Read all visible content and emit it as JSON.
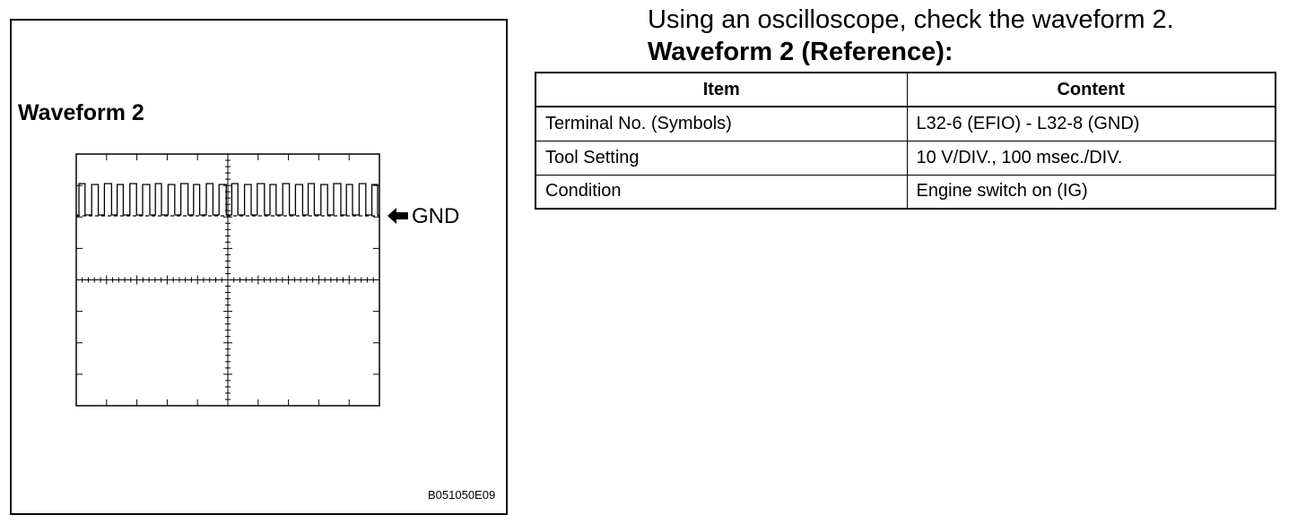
{
  "figure": {
    "title": "Waveform 2",
    "gnd_label": "GND",
    "code": "B051050E09"
  },
  "instruction": "Using an oscilloscope, check the waveform 2.",
  "reference_heading": "Waveform 2 (Reference):",
  "table": {
    "headers": [
      "Item",
      "Content"
    ],
    "rows": [
      [
        "Terminal No. (Symbols)",
        "L32-6 (EFIO) - L32-8 (GND)"
      ],
      [
        "Tool Setting",
        "10 V/DIV., 100 msec./DIV."
      ],
      [
        "Condition",
        "Engine switch on (IG)"
      ]
    ]
  }
}
